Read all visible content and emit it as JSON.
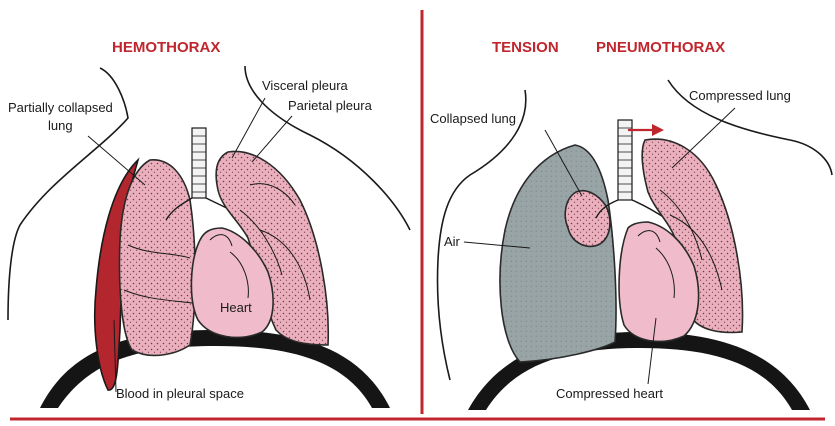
{
  "colors": {
    "accent_red": "#c0262d",
    "lung_pink": "#eab0be",
    "heart_pink": "#f0bccb",
    "blood_red": "#b3262e",
    "air_gray": "#98a4a6",
    "outline": "#1a1a1a"
  },
  "hemothorax": {
    "title": "HEMOTHORAX",
    "labels": {
      "partially_collapsed_line1": "Partially collapsed",
      "partially_collapsed_line2": "lung",
      "visceral_pleura": "Visceral pleura",
      "parietal_pleura": "Parietal pleura",
      "heart": "Heart",
      "blood": "Blood in pleural space"
    }
  },
  "tension_pneumothorax": {
    "title_word1": "TENSION",
    "title_word2": "PNEUMOTHORAX",
    "labels": {
      "collapsed_lung": "Collapsed lung",
      "compressed_lung": "Compressed lung",
      "air": "Air",
      "compressed_heart": "Compressed heart"
    }
  }
}
